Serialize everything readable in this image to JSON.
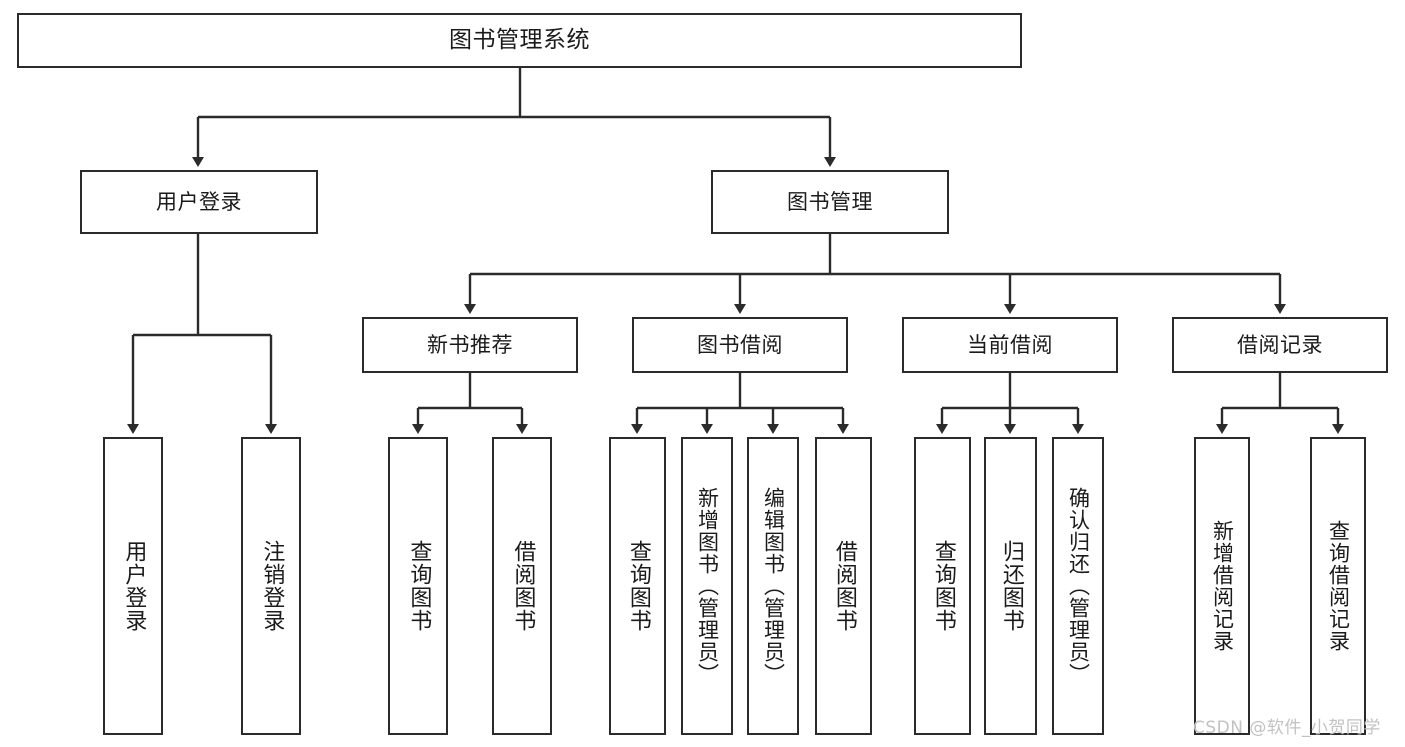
{
  "diagram": {
    "title": "图书管理系统",
    "type": "tree-hierarchy-diagram",
    "colors": {
      "stroke": "#2b2b2b",
      "fill": "#ffffff",
      "text": "#1b1b1b",
      "watermark": "#c2c2c2"
    },
    "root": {
      "label": "图书管理系统"
    },
    "level1": [
      {
        "label": "用户登录"
      },
      {
        "label": "图书管理"
      }
    ],
    "level2": [
      {
        "label": "新书推荐"
      },
      {
        "label": "图书借阅"
      },
      {
        "label": "当前借阅"
      },
      {
        "label": "借阅记录"
      }
    ],
    "leaves": {
      "user_login": [
        {
          "label": "用户登录"
        },
        {
          "label": "注销登录"
        }
      ],
      "new_book_recommend": [
        {
          "label": "查询图书"
        },
        {
          "label": "借阅图书"
        }
      ],
      "book_borrow": [
        {
          "label": "查询图书"
        },
        {
          "label": "新增图书（管理员）"
        },
        {
          "label": "编辑图书（管理员）"
        },
        {
          "label": "借阅图书"
        }
      ],
      "current_borrow": [
        {
          "label": "查询图书"
        },
        {
          "label": "归还图书"
        },
        {
          "label": "确认归还（管理员）"
        }
      ],
      "borrow_record": [
        {
          "label": "新增借阅记录"
        },
        {
          "label": "查询借阅记录"
        }
      ]
    }
  },
  "watermark": {
    "text": "CSDN @软件_小贺同学"
  }
}
